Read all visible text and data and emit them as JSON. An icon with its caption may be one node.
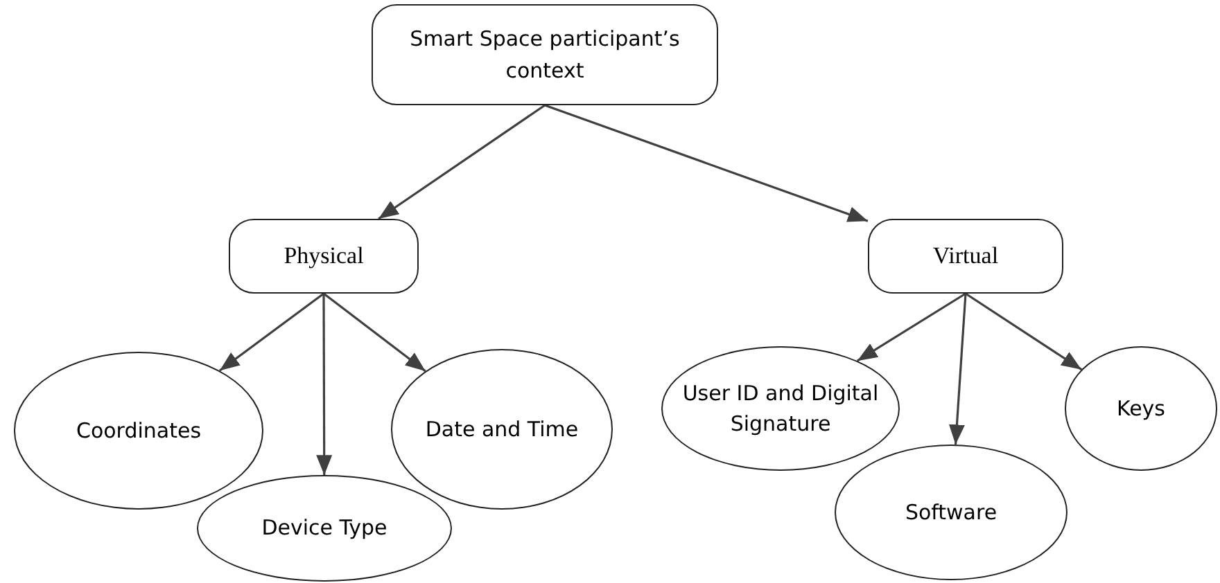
{
  "diagram": {
    "nodes": [
      {
        "text": [
          "Smart Space participant’s context"
        ]
      },
      {
        "text": [
          "Physical"
        ]
      },
      {
        "text": [
          "Virtual"
        ]
      },
      {
        "text": [
          "Coordinates"
        ]
      },
      {
        "text": [
          "Device Type"
        ]
      },
      {
        "text": [
          "Date and Time"
        ]
      },
      {
        "text": [
          "User ID and Digital Signature"
        ]
      },
      {
        "text": [
          "Software"
        ]
      },
      {
        "text": [
          "Keys"
        ]
      }
    ],
    "edges": [
      {
        "from": 0,
        "to": 1,
        "arrow": "to"
      },
      {
        "from": 0,
        "to": 2,
        "arrow": "to"
      },
      {
        "from": 1,
        "to": 3,
        "arrow": "to"
      },
      {
        "from": 1,
        "to": 4,
        "arrow": "to"
      },
      {
        "from": 1,
        "to": 5,
        "arrow": "to"
      },
      {
        "from": 2,
        "to": 6,
        "arrow": "to"
      },
      {
        "from": 2,
        "to": 7,
        "arrow": "to"
      },
      {
        "from": 2,
        "to": 8,
        "arrow": "to"
      }
    ]
  }
}
